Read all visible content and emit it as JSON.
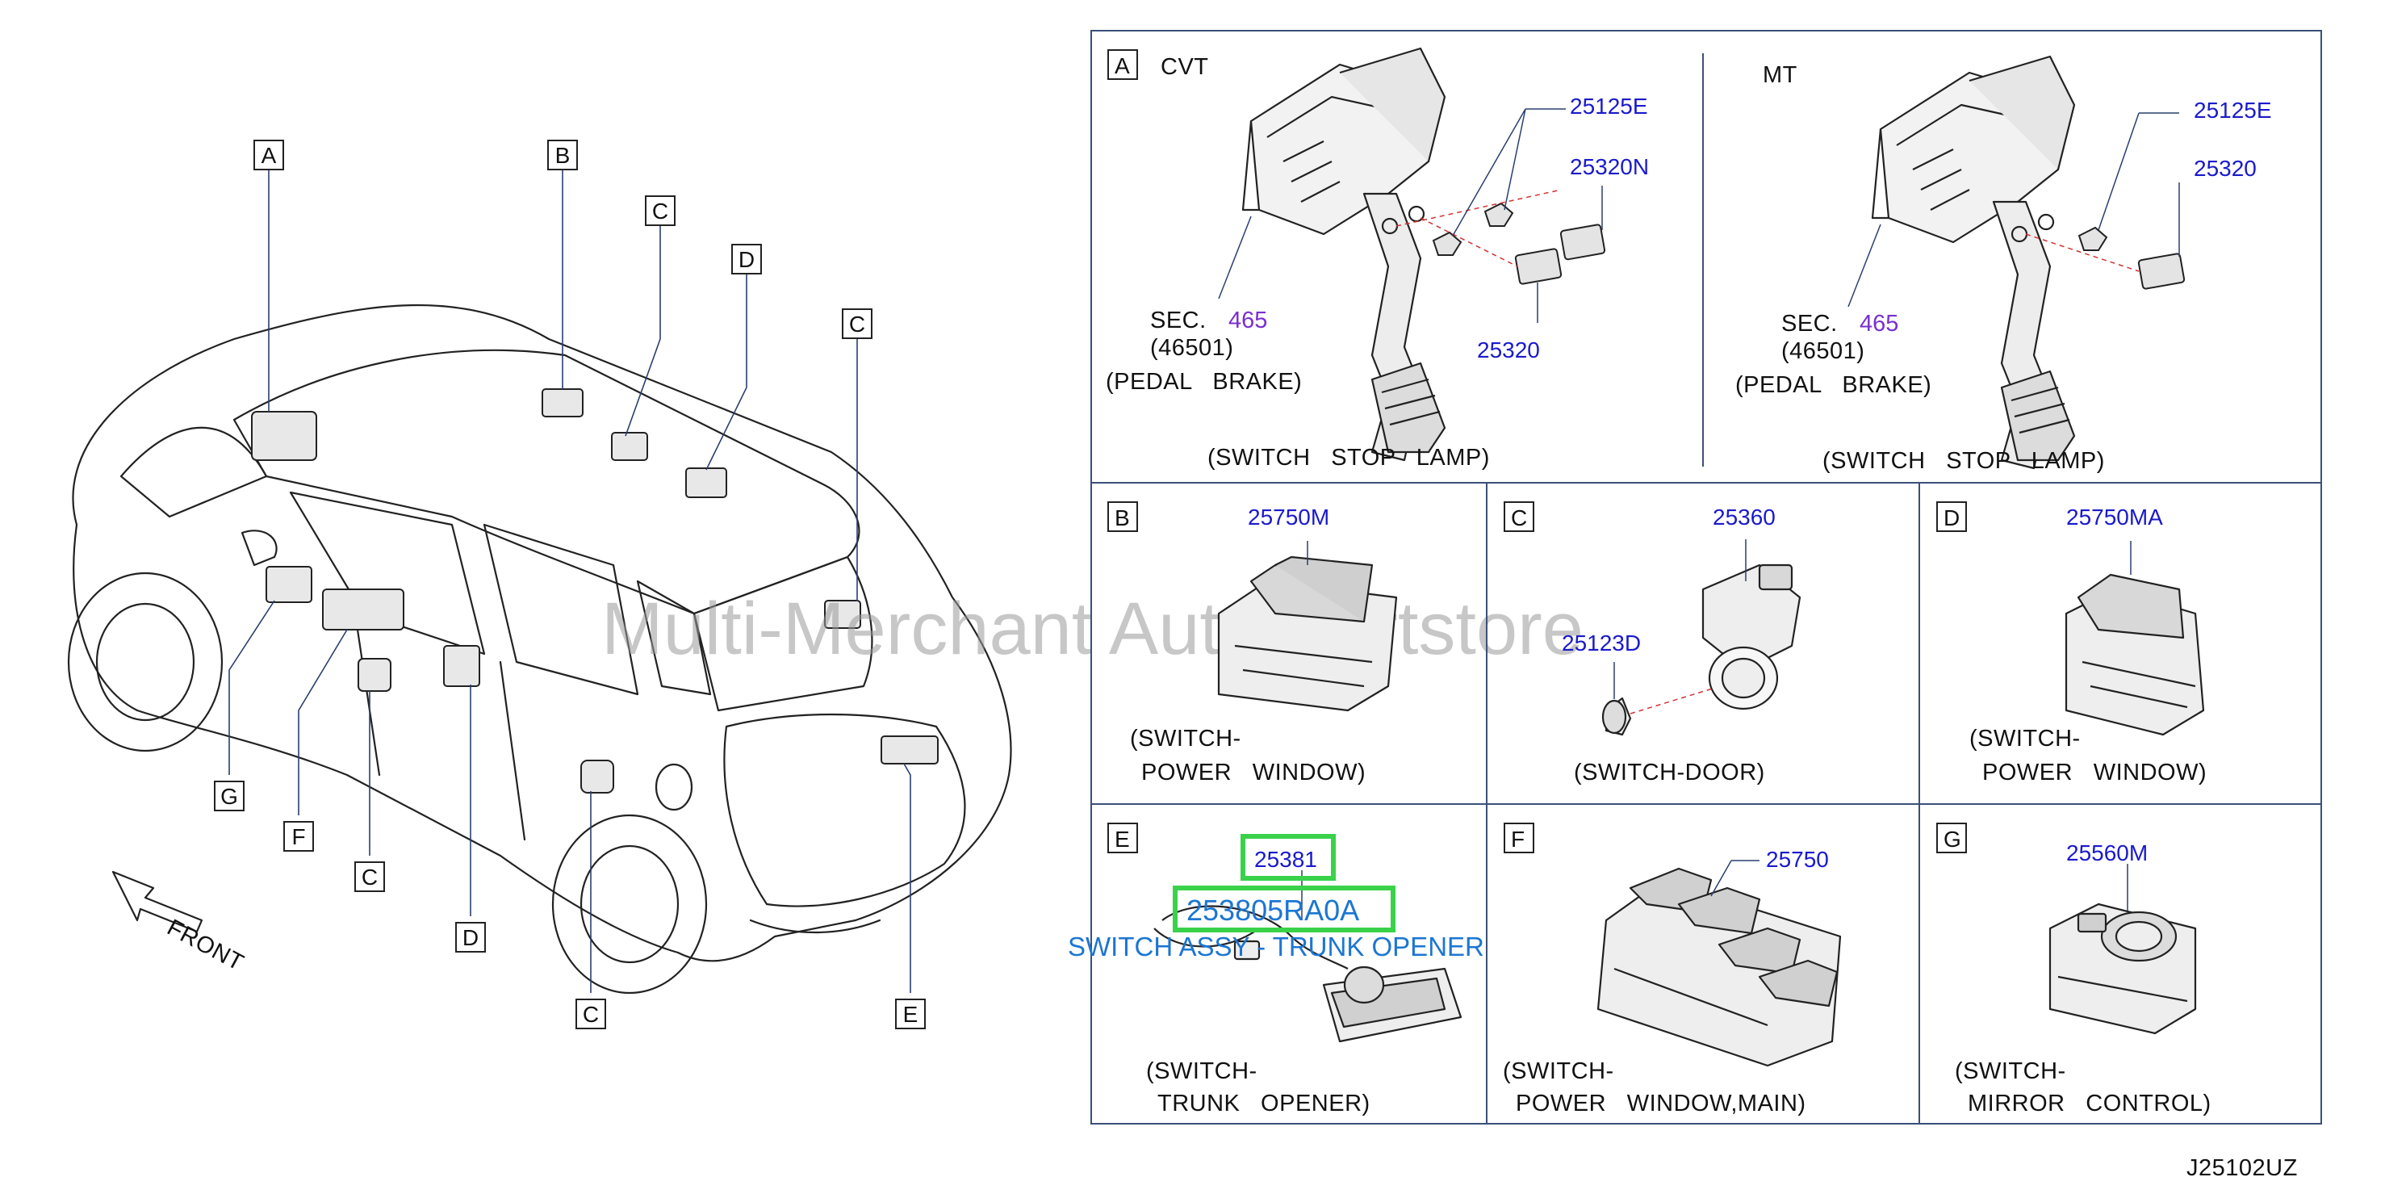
{
  "figure_code": "J25102UZ",
  "watermark": "Multi-Merchant Auto Partstore",
  "front_label": "FRONT",
  "car_callouts": [
    {
      "id": "callout-a-top",
      "letter": "A"
    },
    {
      "id": "callout-b-top",
      "letter": "B"
    },
    {
      "id": "callout-c-top",
      "letter": "C"
    },
    {
      "id": "callout-d-top",
      "letter": "D"
    },
    {
      "id": "callout-c-right",
      "letter": "C"
    },
    {
      "id": "callout-g",
      "letter": "G"
    },
    {
      "id": "callout-f",
      "letter": "F"
    },
    {
      "id": "callout-c-mid",
      "letter": "C"
    },
    {
      "id": "callout-d-bottom",
      "letter": "D"
    },
    {
      "id": "callout-c-bottom",
      "letter": "C"
    },
    {
      "id": "callout-e",
      "letter": "E"
    }
  ],
  "panel_a": {
    "letter": "A",
    "cvt": {
      "heading": "CVT",
      "parts": [
        "25125E",
        "25320N",
        "25320"
      ],
      "sec_label": "SEC.",
      "sec_number": "465",
      "sec_code": "(46501)",
      "sec_name": "(PEDAL   BRAKE)",
      "caption": "(SWITCH   STOP   LAMP)"
    },
    "mt": {
      "heading": "MT",
      "parts": [
        "25125E",
        "25320"
      ],
      "sec_label": "SEC.",
      "sec_number": "465",
      "sec_code": "(46501)",
      "sec_name": "(PEDAL   BRAKE)",
      "caption": "(SWITCH   STOP   LAMP)"
    }
  },
  "panel_b": {
    "letter": "B",
    "part": "25750M",
    "caption_1": "(SWITCH-",
    "caption_2": "POWER   WINDOW)"
  },
  "panel_c": {
    "letter": "C",
    "part_1": "25360",
    "part_2": "25123D",
    "caption_1": "(SWITCH-DOOR)"
  },
  "panel_d": {
    "letter": "D",
    "part": "25750MA",
    "caption_1": "(SWITCH-",
    "caption_2": "POWER   WINDOW)"
  },
  "panel_e": {
    "letter": "E",
    "part": "25381",
    "highlight_part": "253805RA0A",
    "highlight_name": "SWITCH ASSY - TRUNK OPENER",
    "caption_1": "(SWITCH-",
    "caption_2": "TRUNK   OPENER)"
  },
  "panel_f": {
    "letter": "F",
    "part": "25750",
    "caption_1": "(SWITCH-",
    "caption_2": "POWER   WINDOW,MAIN)"
  },
  "panel_g": {
    "letter": "G",
    "part": "25560M",
    "caption_1": "(SWITCH-",
    "caption_2": "MIRROR   CONTROL)"
  },
  "colors": {
    "part_number": "#1a1acc",
    "section_ref": "#7a2fcf",
    "highlight_box": "#39d24a",
    "highlight_text": "#1c76d2",
    "panel_border": "#3b4f7a",
    "leader_dashed": "#d23333"
  }
}
